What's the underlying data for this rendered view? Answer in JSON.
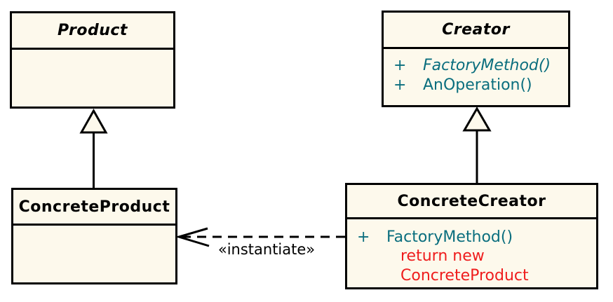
{
  "classes": {
    "product": {
      "title": "Product"
    },
    "creator": {
      "title": "Creator",
      "methods": [
        {
          "visibility": "+",
          "name": "FactoryMethod()"
        },
        {
          "visibility": "+",
          "name": "AnOperation()"
        }
      ]
    },
    "concrete_product": {
      "title": "ConcreteProduct"
    },
    "concrete_creator": {
      "title": "ConcreteCreator",
      "methods": [
        {
          "visibility": "+",
          "name": "FactoryMethod()"
        }
      ],
      "note_lines": [
        "return new",
        "ConcreteProduct"
      ]
    }
  },
  "relationships": {
    "product_generalization": {
      "type": "generalization",
      "from": "ConcreteProduct",
      "to": "Product"
    },
    "creator_generalization": {
      "type": "generalization",
      "from": "ConcreteCreator",
      "to": "Creator"
    },
    "instantiate": {
      "type": "dependency",
      "from": "ConcreteCreator",
      "to": "ConcreteProduct",
      "label": "«instantiate»"
    }
  },
  "colors": {
    "box_fill": "#FDF9EC",
    "box_border": "#000000",
    "title_text": "#000000",
    "method_text": "#0A6E7E",
    "note_text": "#EF1D1D",
    "label_text": "#000000"
  }
}
